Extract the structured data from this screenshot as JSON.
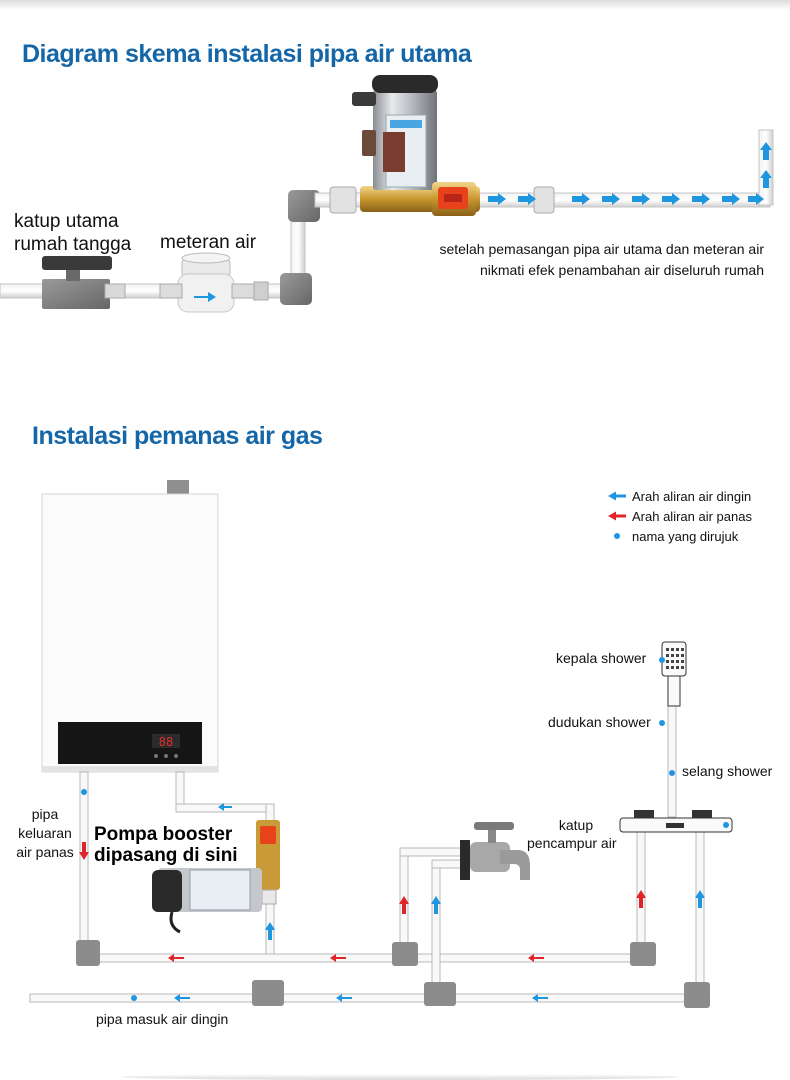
{
  "section1": {
    "title": "Diagram skema instalasi pipa air utama",
    "valve_label": [
      "katup utama",
      "rumah tangga"
    ],
    "meter_label": "meteran air",
    "note": [
      "setelah pemasangan pipa air utama dan meteran air",
      "nikmati efek penambahan air diseluruh rumah"
    ]
  },
  "section2": {
    "title": "Instalasi pemanas air gas",
    "legend": [
      {
        "label": "Arah aliran air dingin",
        "color": "#1e96e0",
        "icon": "blue-arrow-icon"
      },
      {
        "label": "Arah aliran air panas",
        "color": "#e0242a",
        "icon": "red-arrow-icon"
      },
      {
        "label": "nama yang dirujuk",
        "color": "#1e96e0",
        "icon": "blue-dot-icon"
      }
    ],
    "labels": {
      "shower_head": "kepala shower",
      "shower_holder": "dudukan shower",
      "shower_hose": "selang shower",
      "mixer_valve": [
        "katup",
        "pencampur air"
      ],
      "hot_outlet": [
        "pipa",
        "keluaran",
        "air panas"
      ],
      "booster": [
        "Pompa booster",
        "dipasang di sini"
      ],
      "cold_inlet": "pipa masuk air dingin"
    },
    "heater_display": "88"
  }
}
